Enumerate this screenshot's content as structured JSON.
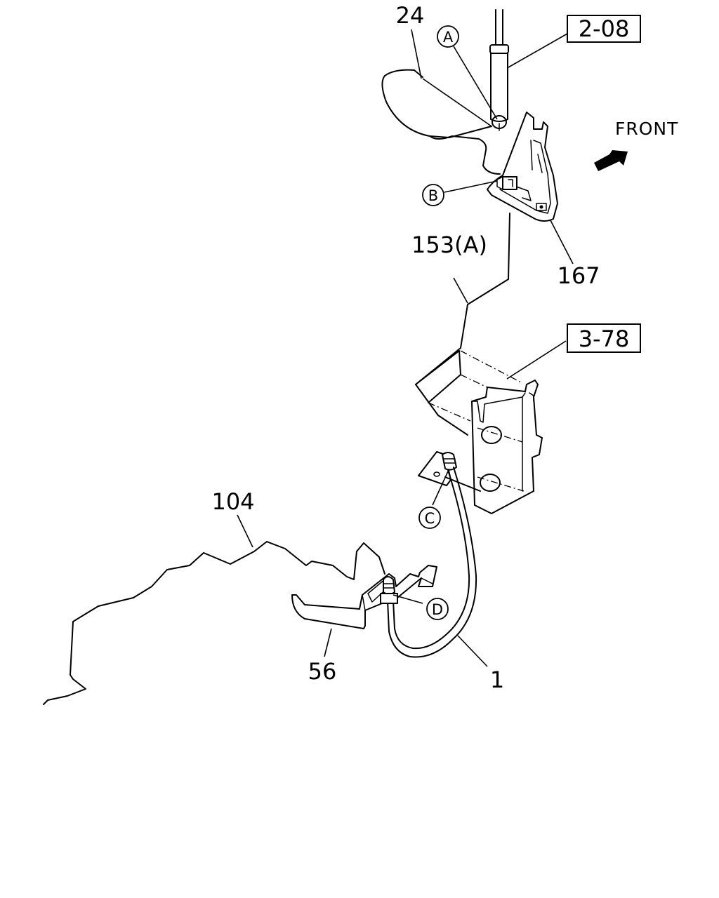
{
  "labels": {
    "part_24": "24",
    "ref_2_08": "2-08",
    "front": "FRONT",
    "part_153a": "153(A)",
    "part_167": "167",
    "ref_3_78": "3-78",
    "part_104": "104",
    "part_56": "56",
    "part_1": "1"
  },
  "callouts": {
    "a": "A",
    "b": "B",
    "c": "C",
    "d": "D"
  }
}
